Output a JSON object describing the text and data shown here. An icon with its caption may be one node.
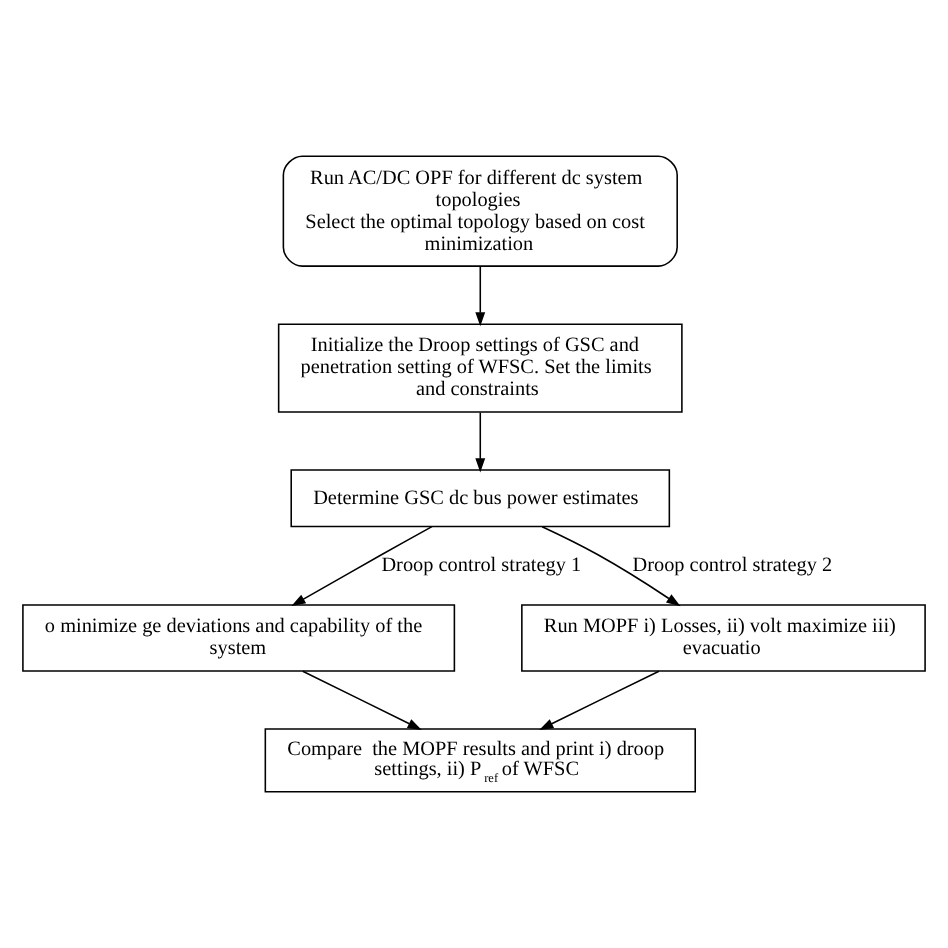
{
  "diagram": {
    "nodes": [
      {
        "text": [
          "Run AC/DC OPF for different dc system topologies",
          "Select the optimal topology based on cost minimization"
        ]
      },
      {
        "text": [
          "Initialize the Droop settings of GSC and penetration setting of WFSC. Set the limits and constraints"
        ]
      },
      {
        "text": [
          "Determine GSC dc bus power estimates"
        ]
      },
      {
        "text": [
          "o minimize ge deviations and capability of the system"
        ]
      },
      {
        "text": [
          "Run MOPF i) Losses, ii) volt maximize iii) evacuatio"
        ]
      },
      {
        "text": [
          "Compare  the MOPF results and print i) droop settings, ii) P$_{ref}$  of WFSC"
        ]
      }
    ],
    "edges": [
      {
        "from": 0,
        "to": 1,
        "arrow": "to"
      },
      {
        "from": 1,
        "to": 2,
        "arrow": "to"
      },
      {
        "from": 2,
        "to": 3,
        "arrow": "to",
        "label": "Droop control strategy 1"
      },
      {
        "from": 2,
        "to": 4,
        "arrow": "to",
        "label": "Droop control strategy 2"
      },
      {
        "from": 3,
        "to": 5,
        "arrow": "to"
      },
      {
        "from": 4,
        "to": 5,
        "arrow": "to"
      }
    ]
  }
}
